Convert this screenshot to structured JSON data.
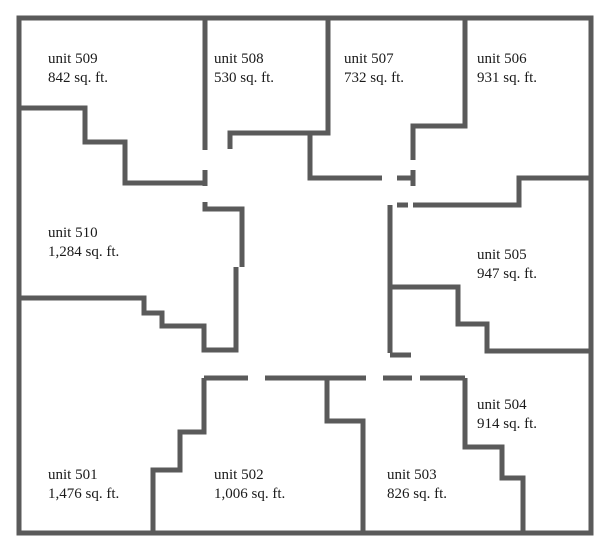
{
  "floor_plan": {
    "units": [
      {
        "id": "509",
        "name": "unit 509",
        "area": "842 sq. ft."
      },
      {
        "id": "508",
        "name": "unit 508",
        "area": "530 sq. ft."
      },
      {
        "id": "507",
        "name": "unit 507",
        "area": "732 sq. ft."
      },
      {
        "id": "506",
        "name": "unit 506",
        "area": "931 sq. ft."
      },
      {
        "id": "510",
        "name": "unit 510",
        "area": "1,284 sq. ft."
      },
      {
        "id": "505",
        "name": "unit 505",
        "area": "947 sq. ft."
      },
      {
        "id": "504",
        "name": "unit 504",
        "area": "914 sq. ft."
      },
      {
        "id": "501",
        "name": "unit 501",
        "area": "1,476 sq. ft."
      },
      {
        "id": "502",
        "name": "unit 502",
        "area": "1,006 sq. ft."
      },
      {
        "id": "503",
        "name": "unit 503",
        "area": "826 sq. ft."
      }
    ],
    "wall_color": "#5a5a5a"
  }
}
